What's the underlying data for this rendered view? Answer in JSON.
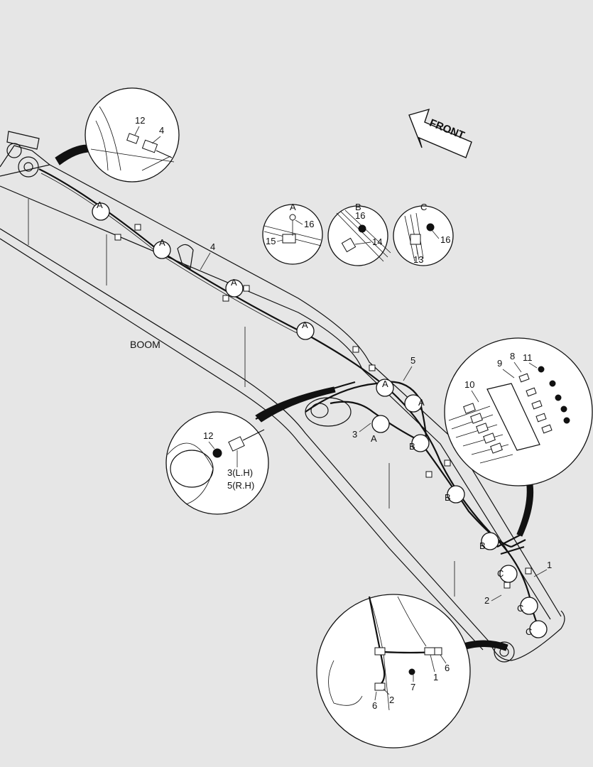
{
  "front_label": "FRONT",
  "boom_label": "BOOM",
  "detail_headers": {
    "a": "A",
    "b": "B",
    "c": "C"
  },
  "part_numbers": {
    "p1": "1",
    "p2": "2",
    "p3": "3",
    "p4": "4",
    "p5": "5",
    "p6": "6",
    "p7": "7",
    "p8": "8",
    "p9": "9",
    "p10": "10",
    "p11": "11",
    "p12": "12",
    "p13": "13",
    "p14": "14",
    "p15": "15",
    "p16": "16"
  },
  "side_labels": {
    "lh": "3(L.H)",
    "rh": "5(R.H)"
  },
  "clamp_markers": {
    "a": "A",
    "b": "B",
    "c": "C"
  }
}
